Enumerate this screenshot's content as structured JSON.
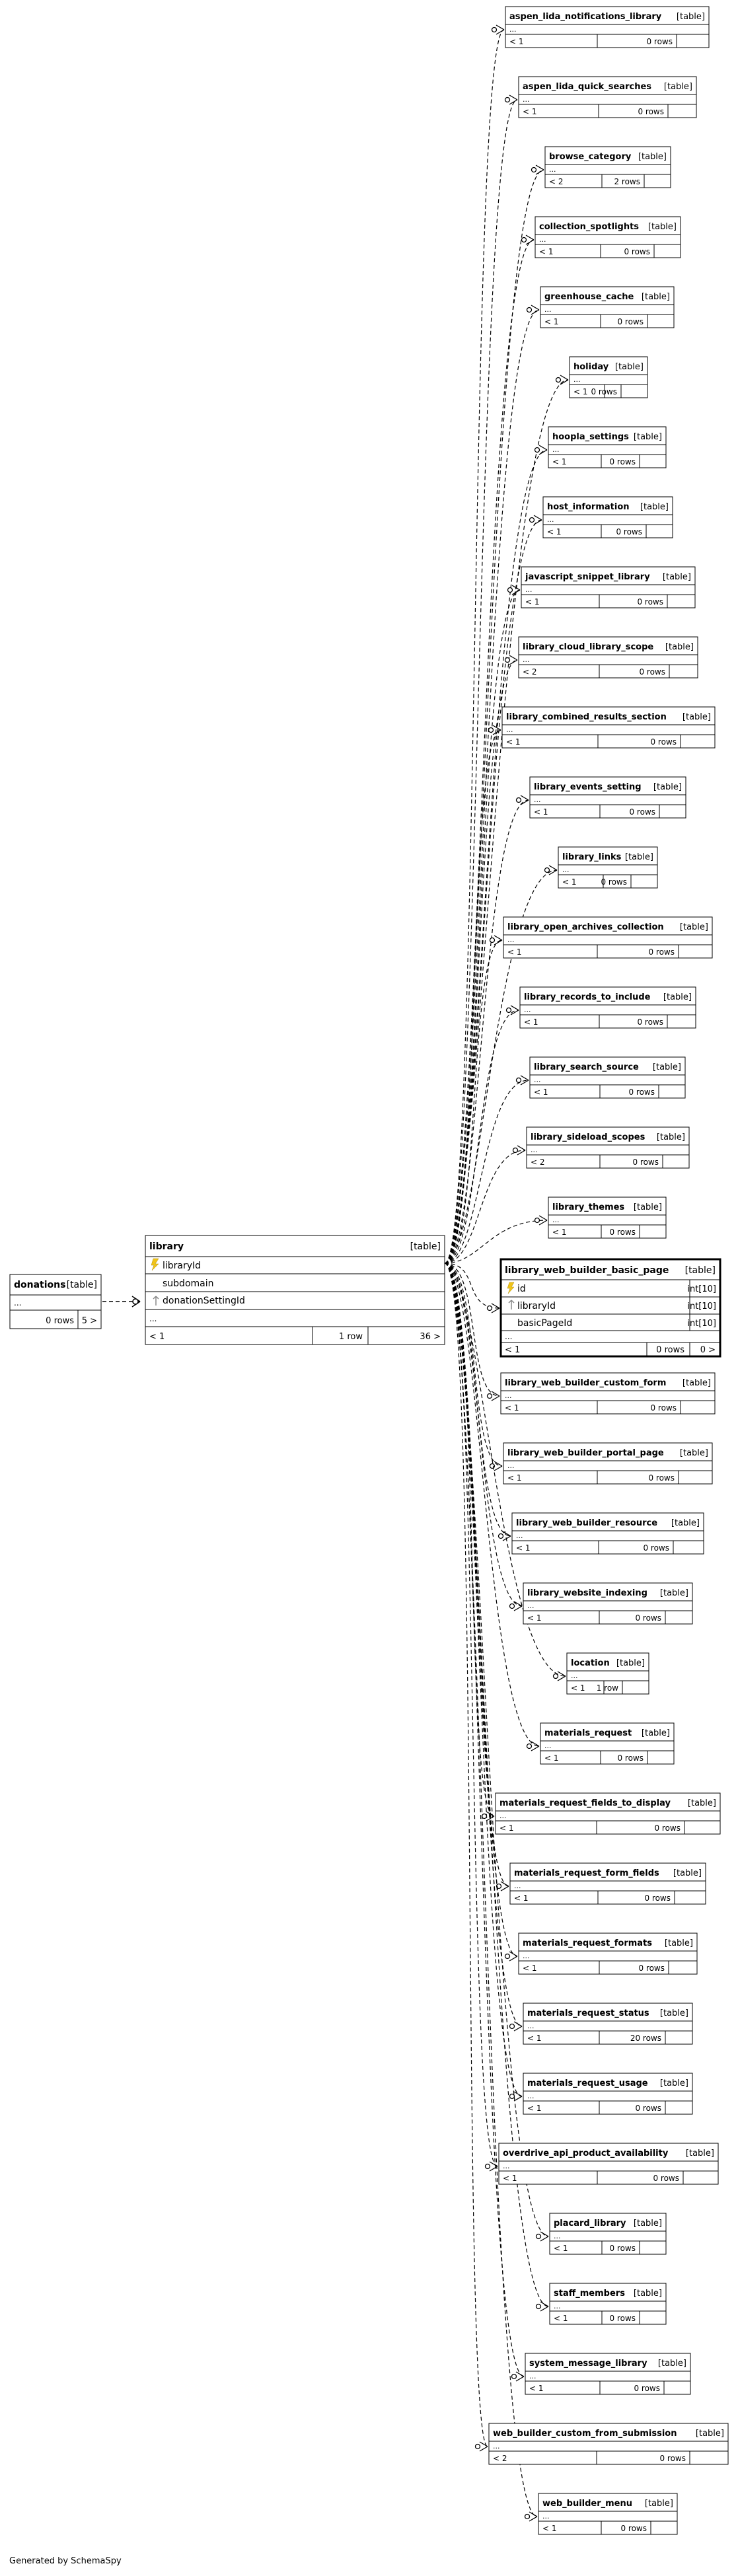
{
  "title": "",
  "footer": "Generated by SchemaSpy",
  "colors": {
    "border": "#000000",
    "focus_fill": "#f2f2f2",
    "key": "#f0c419",
    "line": "#000000"
  },
  "donations": {
    "name": "donations",
    "kind": "[table]",
    "ellipsis": "...",
    "rows": "0 rows",
    "children": "5 >"
  },
  "library": {
    "name": "library",
    "kind": "[table]",
    "columns": [
      {
        "name": "libraryId",
        "key": "primary"
      },
      {
        "name": "subdomain",
        "key": ""
      },
      {
        "name": "donationSettingId",
        "key": "foreign"
      }
    ],
    "ellipsis": "...",
    "parents": "< 1",
    "rows": "1 row",
    "children": "36 >"
  },
  "focus": {
    "name": "library_web_builder_basic_page",
    "kind": "[table]",
    "columns": [
      {
        "name": "id",
        "type": "int[10]",
        "key": "primary"
      },
      {
        "name": "libraryId",
        "type": "int[10]",
        "key": "foreign"
      },
      {
        "name": "basicPageId",
        "type": "int[10]",
        "key": ""
      }
    ],
    "ellipsis": "...",
    "parents": "< 1",
    "rows": "0 rows",
    "children": "0 >"
  },
  "tables": [
    {
      "name": "aspen_lida_notifications_library",
      "kind": "[table]",
      "ellipsis": "...",
      "parents": "< 1",
      "rows": "0 rows"
    },
    {
      "name": "aspen_lida_quick_searches",
      "kind": "[table]",
      "ellipsis": "...",
      "parents": "< 1",
      "rows": "0 rows"
    },
    {
      "name": "browse_category",
      "kind": "[table]",
      "ellipsis": "...",
      "parents": "< 2",
      "rows": "2 rows"
    },
    {
      "name": "collection_spotlights",
      "kind": "[table]",
      "ellipsis": "...",
      "parents": "< 1",
      "rows": "0 rows"
    },
    {
      "name": "greenhouse_cache",
      "kind": "[table]",
      "ellipsis": "...",
      "parents": "< 1",
      "rows": "0 rows"
    },
    {
      "name": "holiday",
      "kind": "[table]",
      "ellipsis": "...",
      "parents": "< 1",
      "rows": "0 rows"
    },
    {
      "name": "hoopla_settings",
      "kind": "[table]",
      "ellipsis": "...",
      "parents": "< 1",
      "rows": "0 rows"
    },
    {
      "name": "host_information",
      "kind": "[table]",
      "ellipsis": "...",
      "parents": "< 1",
      "rows": "0 rows"
    },
    {
      "name": "javascript_snippet_library",
      "kind": "[table]",
      "ellipsis": "...",
      "parents": "< 1",
      "rows": "0 rows"
    },
    {
      "name": "library_cloud_library_scope",
      "kind": "[table]",
      "ellipsis": "...",
      "parents": "< 2",
      "rows": "0 rows"
    },
    {
      "name": "library_combined_results_section",
      "kind": "[table]",
      "ellipsis": "...",
      "parents": "< 1",
      "rows": "0 rows"
    },
    {
      "name": "library_events_setting",
      "kind": "[table]",
      "ellipsis": "...",
      "parents": "< 1",
      "rows": "0 rows"
    },
    {
      "name": "library_links",
      "kind": "[table]",
      "ellipsis": "...",
      "parents": "< 1",
      "rows": "0 rows"
    },
    {
      "name": "library_open_archives_collection",
      "kind": "[table]",
      "ellipsis": "...",
      "parents": "< 1",
      "rows": "0 rows"
    },
    {
      "name": "library_records_to_include",
      "kind": "[table]",
      "ellipsis": "...",
      "parents": "< 1",
      "rows": "0 rows"
    },
    {
      "name": "library_search_source",
      "kind": "[table]",
      "ellipsis": "...",
      "parents": "< 1",
      "rows": "0 rows"
    },
    {
      "name": "library_sideload_scopes",
      "kind": "[table]",
      "ellipsis": "...",
      "parents": "< 2",
      "rows": "0 rows"
    },
    {
      "name": "library_themes",
      "kind": "[table]",
      "ellipsis": "...",
      "parents": "< 1",
      "rows": "0 rows"
    },
    {
      "name": "library_web_builder_custom_form",
      "kind": "[table]",
      "ellipsis": "...",
      "parents": "< 1",
      "rows": "0 rows"
    },
    {
      "name": "library_web_builder_portal_page",
      "kind": "[table]",
      "ellipsis": "...",
      "parents": "< 1",
      "rows": "0 rows"
    },
    {
      "name": "library_web_builder_resource",
      "kind": "[table]",
      "ellipsis": "...",
      "parents": "< 1",
      "rows": "0 rows"
    },
    {
      "name": "library_website_indexing",
      "kind": "[table]",
      "ellipsis": "...",
      "parents": "< 1",
      "rows": "0 rows"
    },
    {
      "name": "location",
      "kind": "[table]",
      "ellipsis": "...",
      "parents": "< 1",
      "rows": "1 row"
    },
    {
      "name": "materials_request",
      "kind": "[table]",
      "ellipsis": "...",
      "parents": "< 1",
      "rows": "0 rows"
    },
    {
      "name": "materials_request_fields_to_display",
      "kind": "[table]",
      "ellipsis": "...",
      "parents": "< 1",
      "rows": "0 rows"
    },
    {
      "name": "materials_request_form_fields",
      "kind": "[table]",
      "ellipsis": "...",
      "parents": "< 1",
      "rows": "0 rows"
    },
    {
      "name": "materials_request_formats",
      "kind": "[table]",
      "ellipsis": "...",
      "parents": "< 1",
      "rows": "0 rows"
    },
    {
      "name": "materials_request_status",
      "kind": "[table]",
      "ellipsis": "...",
      "parents": "< 1",
      "rows": "20 rows"
    },
    {
      "name": "materials_request_usage",
      "kind": "[table]",
      "ellipsis": "...",
      "parents": "< 1",
      "rows": "0 rows"
    },
    {
      "name": "overdrive_api_product_availability",
      "kind": "[table]",
      "ellipsis": "...",
      "parents": "< 1",
      "rows": "0 rows"
    },
    {
      "name": "placard_library",
      "kind": "[table]",
      "ellipsis": "...",
      "parents": "< 1",
      "rows": "0 rows"
    },
    {
      "name": "staff_members",
      "kind": "[table]",
      "ellipsis": "...",
      "parents": "< 1",
      "rows": "0 rows"
    },
    {
      "name": "system_message_library",
      "kind": "[table]",
      "ellipsis": "...",
      "parents": "< 1",
      "rows": "0 rows"
    },
    {
      "name": "web_builder_custom_from_submission",
      "kind": "[table]",
      "ellipsis": "...",
      "parents": "< 2",
      "rows": "0 rows"
    },
    {
      "name": "web_builder_menu",
      "kind": "[table]",
      "ellipsis": "...",
      "parents": "< 1",
      "rows": "0 rows"
    }
  ]
}
